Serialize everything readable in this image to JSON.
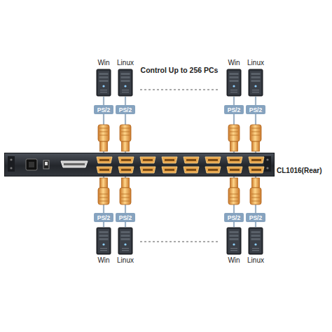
{
  "diagram": {
    "title": "Control Up to 256 PCs",
    "nodes": [
      {
        "text": [
          "Win"
        ]
      },
      {
        "text": [
          "Linux"
        ]
      },
      {
        "text": [
          "Win"
        ]
      },
      {
        "text": [
          "Linux"
        ]
      },
      {
        "text": [
          "PS/2"
        ]
      },
      {
        "text": [
          "PS/2"
        ]
      },
      {
        "text": [
          "PS/2"
        ]
      },
      {
        "text": [
          "PS/2"
        ]
      },
      {
        "text": [
          "CL1016(Rear)"
        ]
      },
      {
        "text": [
          "PS/2"
        ]
      },
      {
        "text": [
          "PS/2"
        ]
      },
      {
        "text": [
          "PS/2"
        ]
      },
      {
        "text": [
          "PS/2"
        ]
      },
      {
        "text": [
          "Win"
        ]
      },
      {
        "text": [
          "Linux"
        ]
      },
      {
        "text": [
          "Win"
        ]
      },
      {
        "text": [
          "Linux"
        ]
      }
    ],
    "edges": [
      {
        "from": 0,
        "to": 4,
        "arrow": "none"
      },
      {
        "from": 1,
        "to": 5,
        "arrow": "none"
      },
      {
        "from": 2,
        "to": 6,
        "arrow": "none"
      },
      {
        "from": 3,
        "to": 7,
        "arrow": "none"
      },
      {
        "from": 4,
        "to": 8,
        "arrow": "none"
      },
      {
        "from": 5,
        "to": 8,
        "arrow": "none"
      },
      {
        "from": 6,
        "to": 8,
        "arrow": "none"
      },
      {
        "from": 7,
        "to": 8,
        "arrow": "none"
      },
      {
        "from": 13,
        "to": 9,
        "arrow": "none"
      },
      {
        "from": 14,
        "to": 10,
        "arrow": "none"
      },
      {
        "from": 15,
        "to": 11,
        "arrow": "none"
      },
      {
        "from": 16,
        "to": 12,
        "arrow": "none"
      },
      {
        "from": 9,
        "to": 8,
        "arrow": "none"
      },
      {
        "from": 10,
        "to": 8,
        "arrow": "none"
      },
      {
        "from": 11,
        "to": 8,
        "arrow": "none"
      },
      {
        "from": 12,
        "to": 8,
        "arrow": "none"
      }
    ]
  }
}
